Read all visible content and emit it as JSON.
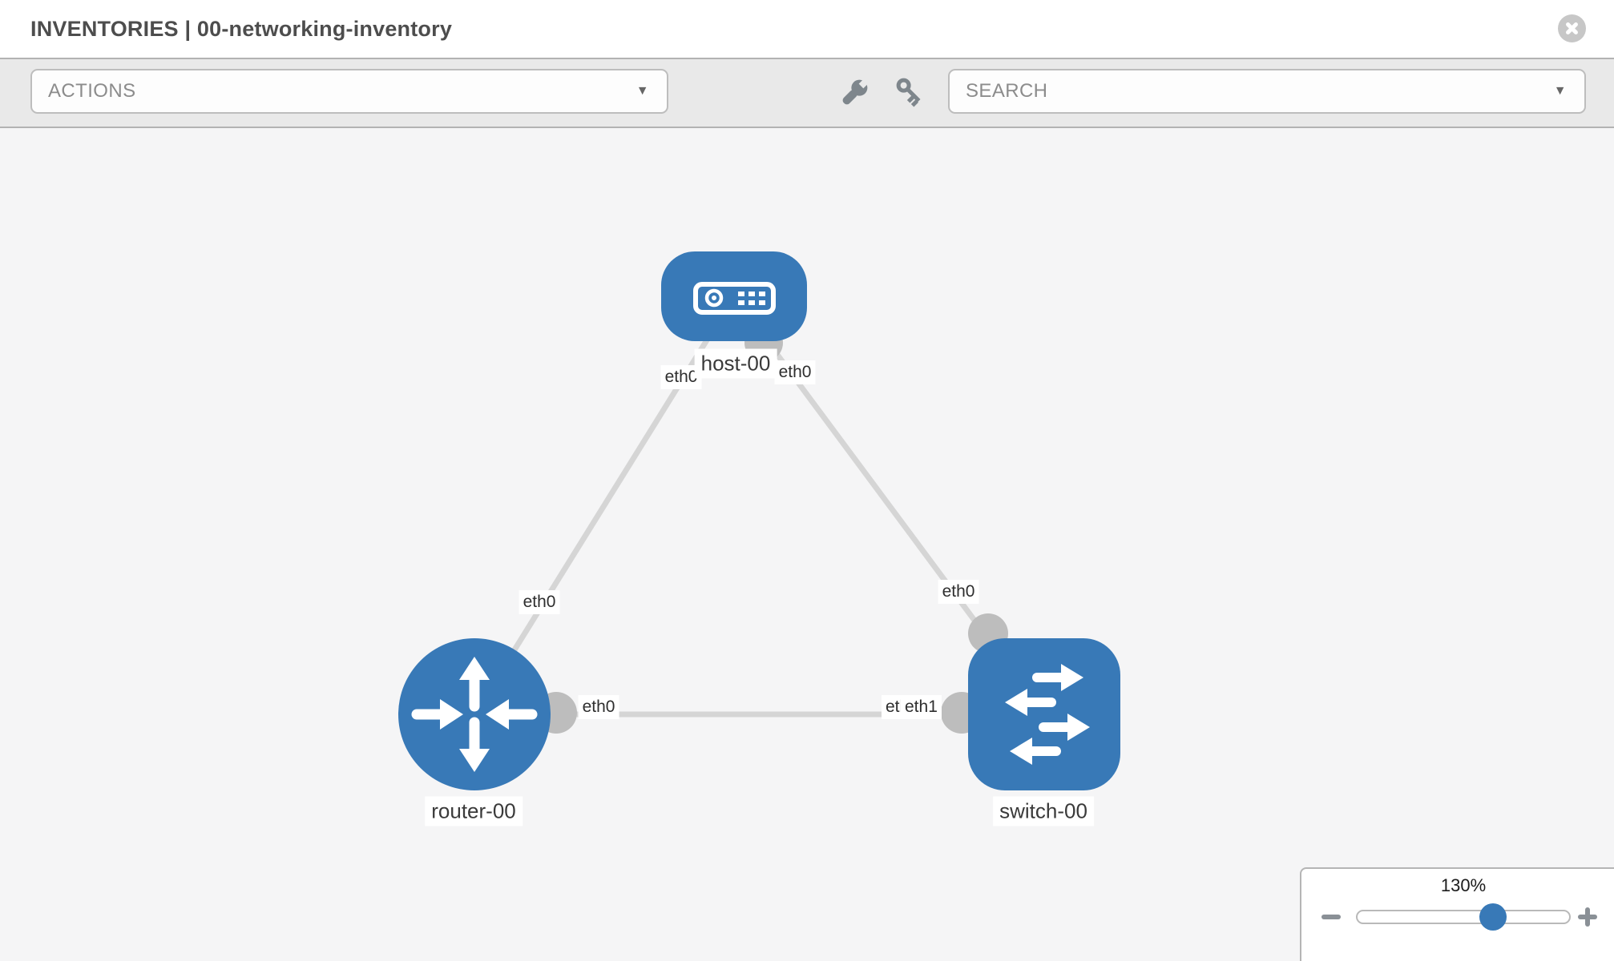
{
  "header": {
    "title": "INVENTORIES | 00-networking-inventory",
    "close_icon": "close-icon"
  },
  "toolbar": {
    "actions": {
      "placeholder": "ACTIONS",
      "caret": "▼",
      "caret_icon": "caret-down-icon"
    },
    "search": {
      "placeholder": "SEARCH",
      "caret": "▼",
      "caret_icon": "caret-down-icon"
    },
    "tools": [
      "wrench-icon",
      "key-icon"
    ]
  },
  "topology": {
    "nodes": [
      {
        "label": "host-00",
        "type": "host",
        "shape": "rounded-rect",
        "color": "#3879b7"
      },
      {
        "label": "router-00",
        "type": "router",
        "shape": "circle",
        "color": "#3879b7"
      },
      {
        "label": "switch-00",
        "type": "switch",
        "shape": "rounded-square",
        "color": "#3879b7"
      }
    ],
    "links": [
      {
        "from": "router-00",
        "to": "host-00"
      },
      {
        "from": "host-00",
        "to": "switch-00"
      },
      {
        "from": "router-00",
        "to": "switch-00"
      }
    ],
    "interface_labels": {
      "host_left": "eth0",
      "host_right": "eth0",
      "router_host_link": "eth0",
      "host_switch_link": "eth0",
      "router_switch_link_router_end": "eth0",
      "router_switch_link_switch_end_back": "eth1",
      "router_switch_link_switch_end_front": "eth1"
    }
  },
  "zoom_control": {
    "level": "130%",
    "minus_icon": "minus-icon",
    "plus_icon": "plus-icon",
    "slider_percent": 64
  },
  "colors": {
    "node_blue": "#3879b7",
    "link_gray": "#d5d5d5",
    "dot_gray": "#bdbdbd",
    "toolbar_bg": "#e9e9e9",
    "canvas_bg": "#f5f5f6"
  }
}
